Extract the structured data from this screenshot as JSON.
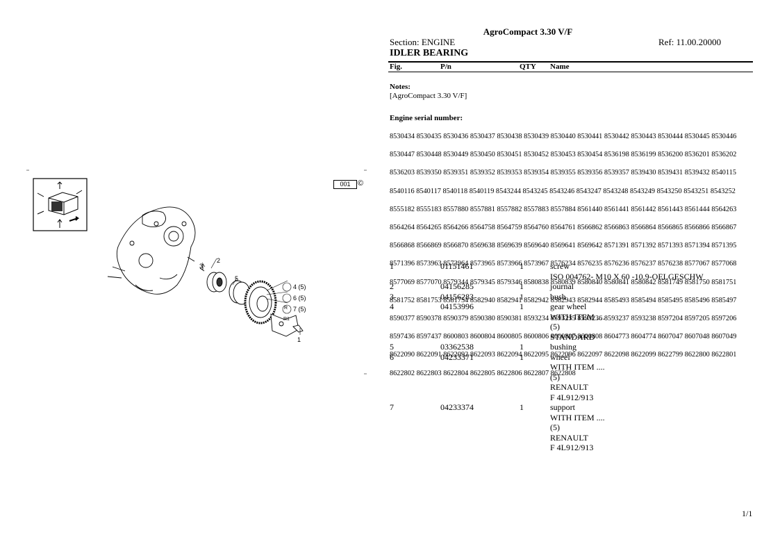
{
  "header": {
    "title": "AgroCompact 3.30 V/F",
    "section": "Section: ENGINE",
    "ref": "Ref: 11.00.20000",
    "heading": "IDLER BEARING"
  },
  "columns": {
    "fig": "Fig.",
    "pn": "P/n",
    "qty": "QTY",
    "name": "Name"
  },
  "notes": {
    "label": "Notes:",
    "text": "[AgroCompact 3.30 V/F]"
  },
  "serial": {
    "label": "Engine serial number:",
    "lines": [
      "8530434 8530435 8530436 8530437 8530438 8530439 8530440 8530441 8530442 8530443 8530444 8530445 8530446",
      "8530447 8530448 8530449 8530450 8530451 8530452 8530453 8530454 8536198 8536199 8536200 8536201 8536202",
      "8536203 8539350 8539351 8539352 8539353 8539354 8539355 8539356 8539357 8539430 8539431 8539432 8540115",
      "8540116 8540117 8540118 8540119 8543244 8543245 8543246 8543247 8543248 8543249 8543250 8543251 8543252",
      "8555182 8555183 8557880 8557881 8557882 8557883 8557884 8561440 8561441 8561442 8561443 8561444 8564263",
      "8564264 8564265 8564266 8564758 8564759 8564760 8564761 8566862 8566863 8566864 8566865 8566866 8566867",
      "8566868 8566869 8566870 8569638 8569639 8569640 8569641 8569642 8571391 8571392 8571393 8571394 8571395",
      "8571396 8573963 8573964 8573965 8573966 8573967 8576234 8576235 8576236 8576237 8576238 8577067 8577068",
      "8577069 8577070 8579344 8579345 8579346 8580838 8580839 8580840 8580841 8580842 8581749 8581750 8581751",
      "8581752 8581753 8581754 8582940 8582941 8582942 8582943 8582944 8585493 8585494 8585495 8585496 8585497",
      "8590377 8590378 8590379 8590380 8590381 8593234 8593235 8593236 8593237 8593238 8597204 8597205 8597206",
      "8597436 8597437 8600803 8600804 8600805 8600806 8600807 8600808 8604773 8604774 8607047 8607048 8607049",
      "8622090 8622091 8622092 8622093 8622094 8622095 8622096 8622097 8622098 8622099 8622799 8622800 8622801",
      "8622802 8622803 8622804 8622805 8622806 8622807 8622808"
    ]
  },
  "parts": [
    {
      "fig": "1",
      "pn": "01151461",
      "qty": "1",
      "name": "screw",
      "extra": [
        "ISO 004762- M10 X 60 -10.9-OELGESCHW"
      ]
    },
    {
      "fig": "2",
      "pn": "04156285",
      "qty": "1",
      "name": "journal",
      "extra": []
    },
    {
      "fig": "3",
      "pn": "04156283",
      "qty": "1",
      "name": "bush",
      "extra": []
    },
    {
      "fig": "4",
      "pn": "04153996",
      "qty": "1",
      "name": "gear wheel",
      "extra": [
        "WITH ITEM ....",
        "(5)",
        "STANDARD"
      ]
    },
    {
      "fig": "5",
      "pn": "03362538",
      "qty": "1",
      "name": "bushing",
      "extra": []
    },
    {
      "fig": "6",
      "pn": "04233371",
      "qty": "1",
      "name": "wheel",
      "extra": [
        "WITH ITEM ....",
        "(5)",
        "RENAULT",
        "F 4L912/913"
      ]
    },
    {
      "fig": "7",
      "pn": "04233374",
      "qty": "1",
      "name": "support",
      "extra": [
        "WITH ITEM ....",
        "(5)",
        "RENAULT",
        "F 4L912/913"
      ]
    }
  ],
  "diagram": {
    "badge": "001",
    "copyright": "©",
    "callouts": [
      "1",
      "2",
      "3",
      "5",
      "4 (5)",
      "6 (5)",
      "7 (5)"
    ],
    "callout_markers": [
      "R",
      "R1"
    ]
  },
  "footer": {
    "page": "1/1"
  }
}
